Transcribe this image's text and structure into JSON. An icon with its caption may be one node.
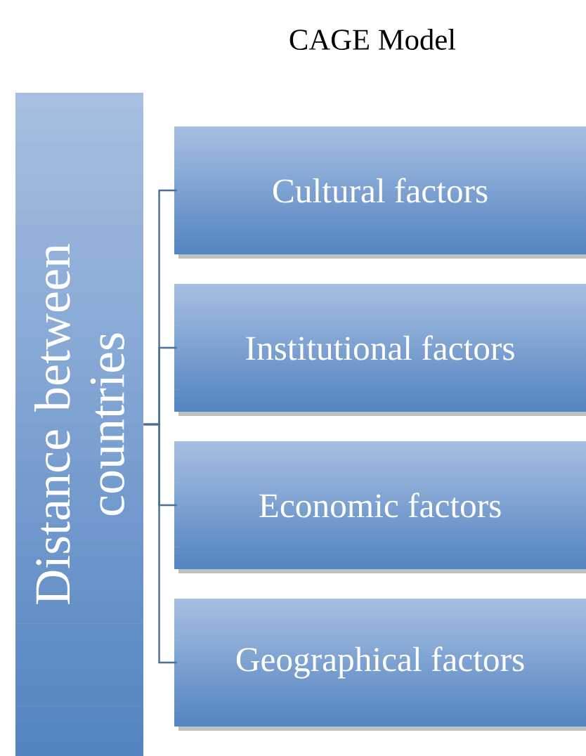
{
  "diagram": {
    "title": "CAGE Model",
    "nodes": [
      {
        "text": [
          "Distance between countries"
        ]
      },
      {
        "text": [
          "Cultural factors"
        ]
      },
      {
        "text": [
          "Institutional factors"
        ]
      },
      {
        "text": [
          "Economic factors"
        ]
      },
      {
        "text": [
          "Geographical factors"
        ]
      }
    ],
    "edges": [
      {
        "from": 0,
        "to": 1,
        "arrow": "none"
      },
      {
        "from": 0,
        "to": 2,
        "arrow": "none"
      },
      {
        "from": 0,
        "to": 3,
        "arrow": "none"
      },
      {
        "from": 0,
        "to": 4,
        "arrow": "none"
      }
    ]
  }
}
